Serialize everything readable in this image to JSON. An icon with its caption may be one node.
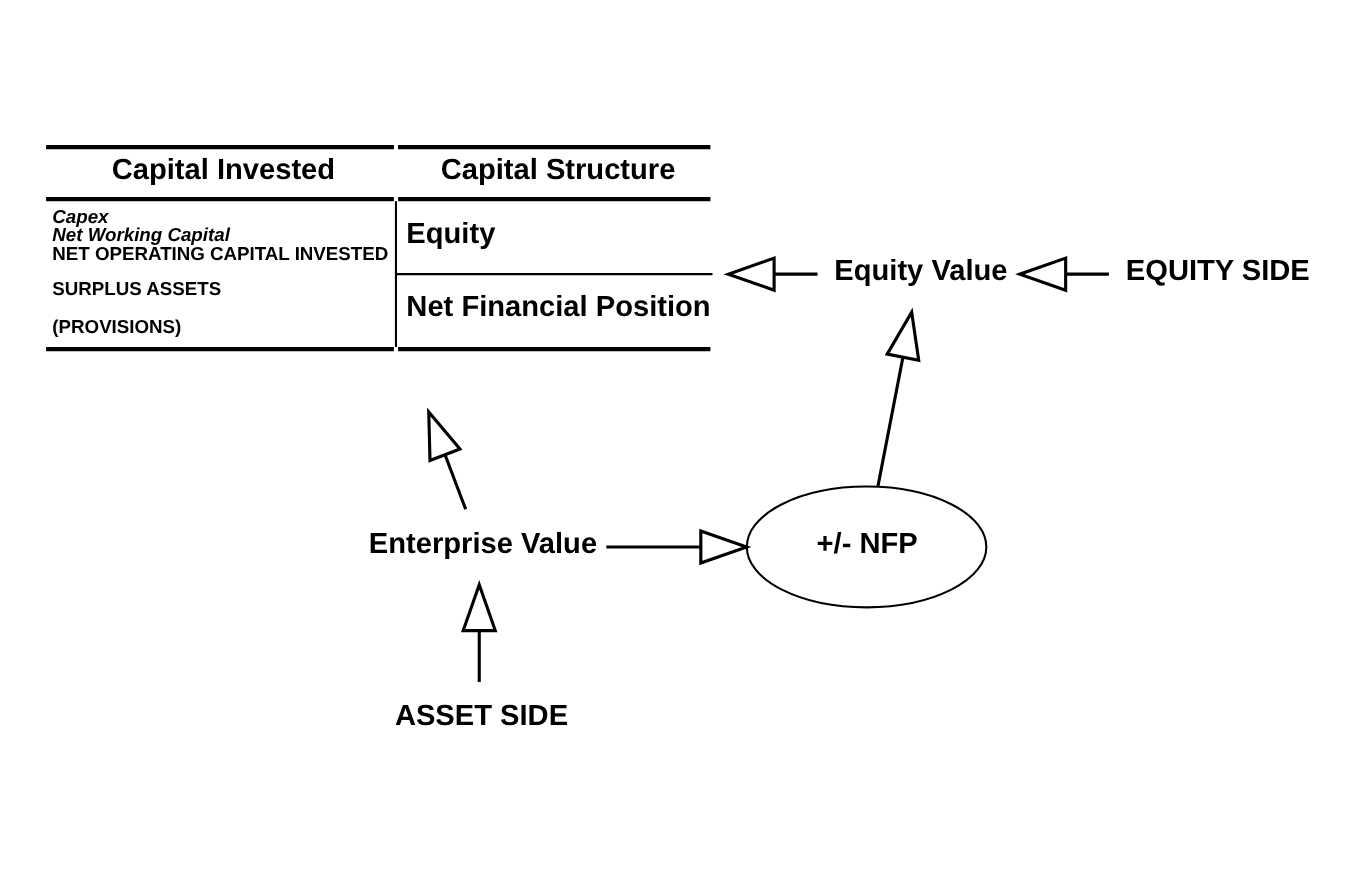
{
  "diagram": {
    "nodes": [
      {
        "text": [
          "Capital Invested",
          "Capital Structure",
          "Capex",
          "Net Working Capital",
          "NET OPERATING CAPITAL INVESTED",
          "SURPLUS ASSETS",
          "(PROVISIONS)",
          "Equity",
          "Net Financial Position"
        ]
      },
      {
        "text": [
          "Equity Value"
        ]
      },
      {
        "text": [
          "EQUITY SIDE"
        ]
      },
      {
        "text": [
          "Enterprise Value"
        ]
      },
      {
        "text": [
          "+/- NFP"
        ]
      },
      {
        "text": [
          "ASSET SIDE"
        ]
      }
    ],
    "edges": [
      {
        "from": 5,
        "to": 3,
        "arrow": "to"
      },
      {
        "from": 3,
        "to": 0,
        "arrow": "to"
      },
      {
        "from": 3,
        "to": 4,
        "arrow": "to"
      },
      {
        "from": 4,
        "to": 1,
        "arrow": "to"
      },
      {
        "from": 2,
        "to": 1,
        "arrow": "to"
      },
      {
        "from": 1,
        "to": 0,
        "arrow": "to"
      }
    ]
  }
}
